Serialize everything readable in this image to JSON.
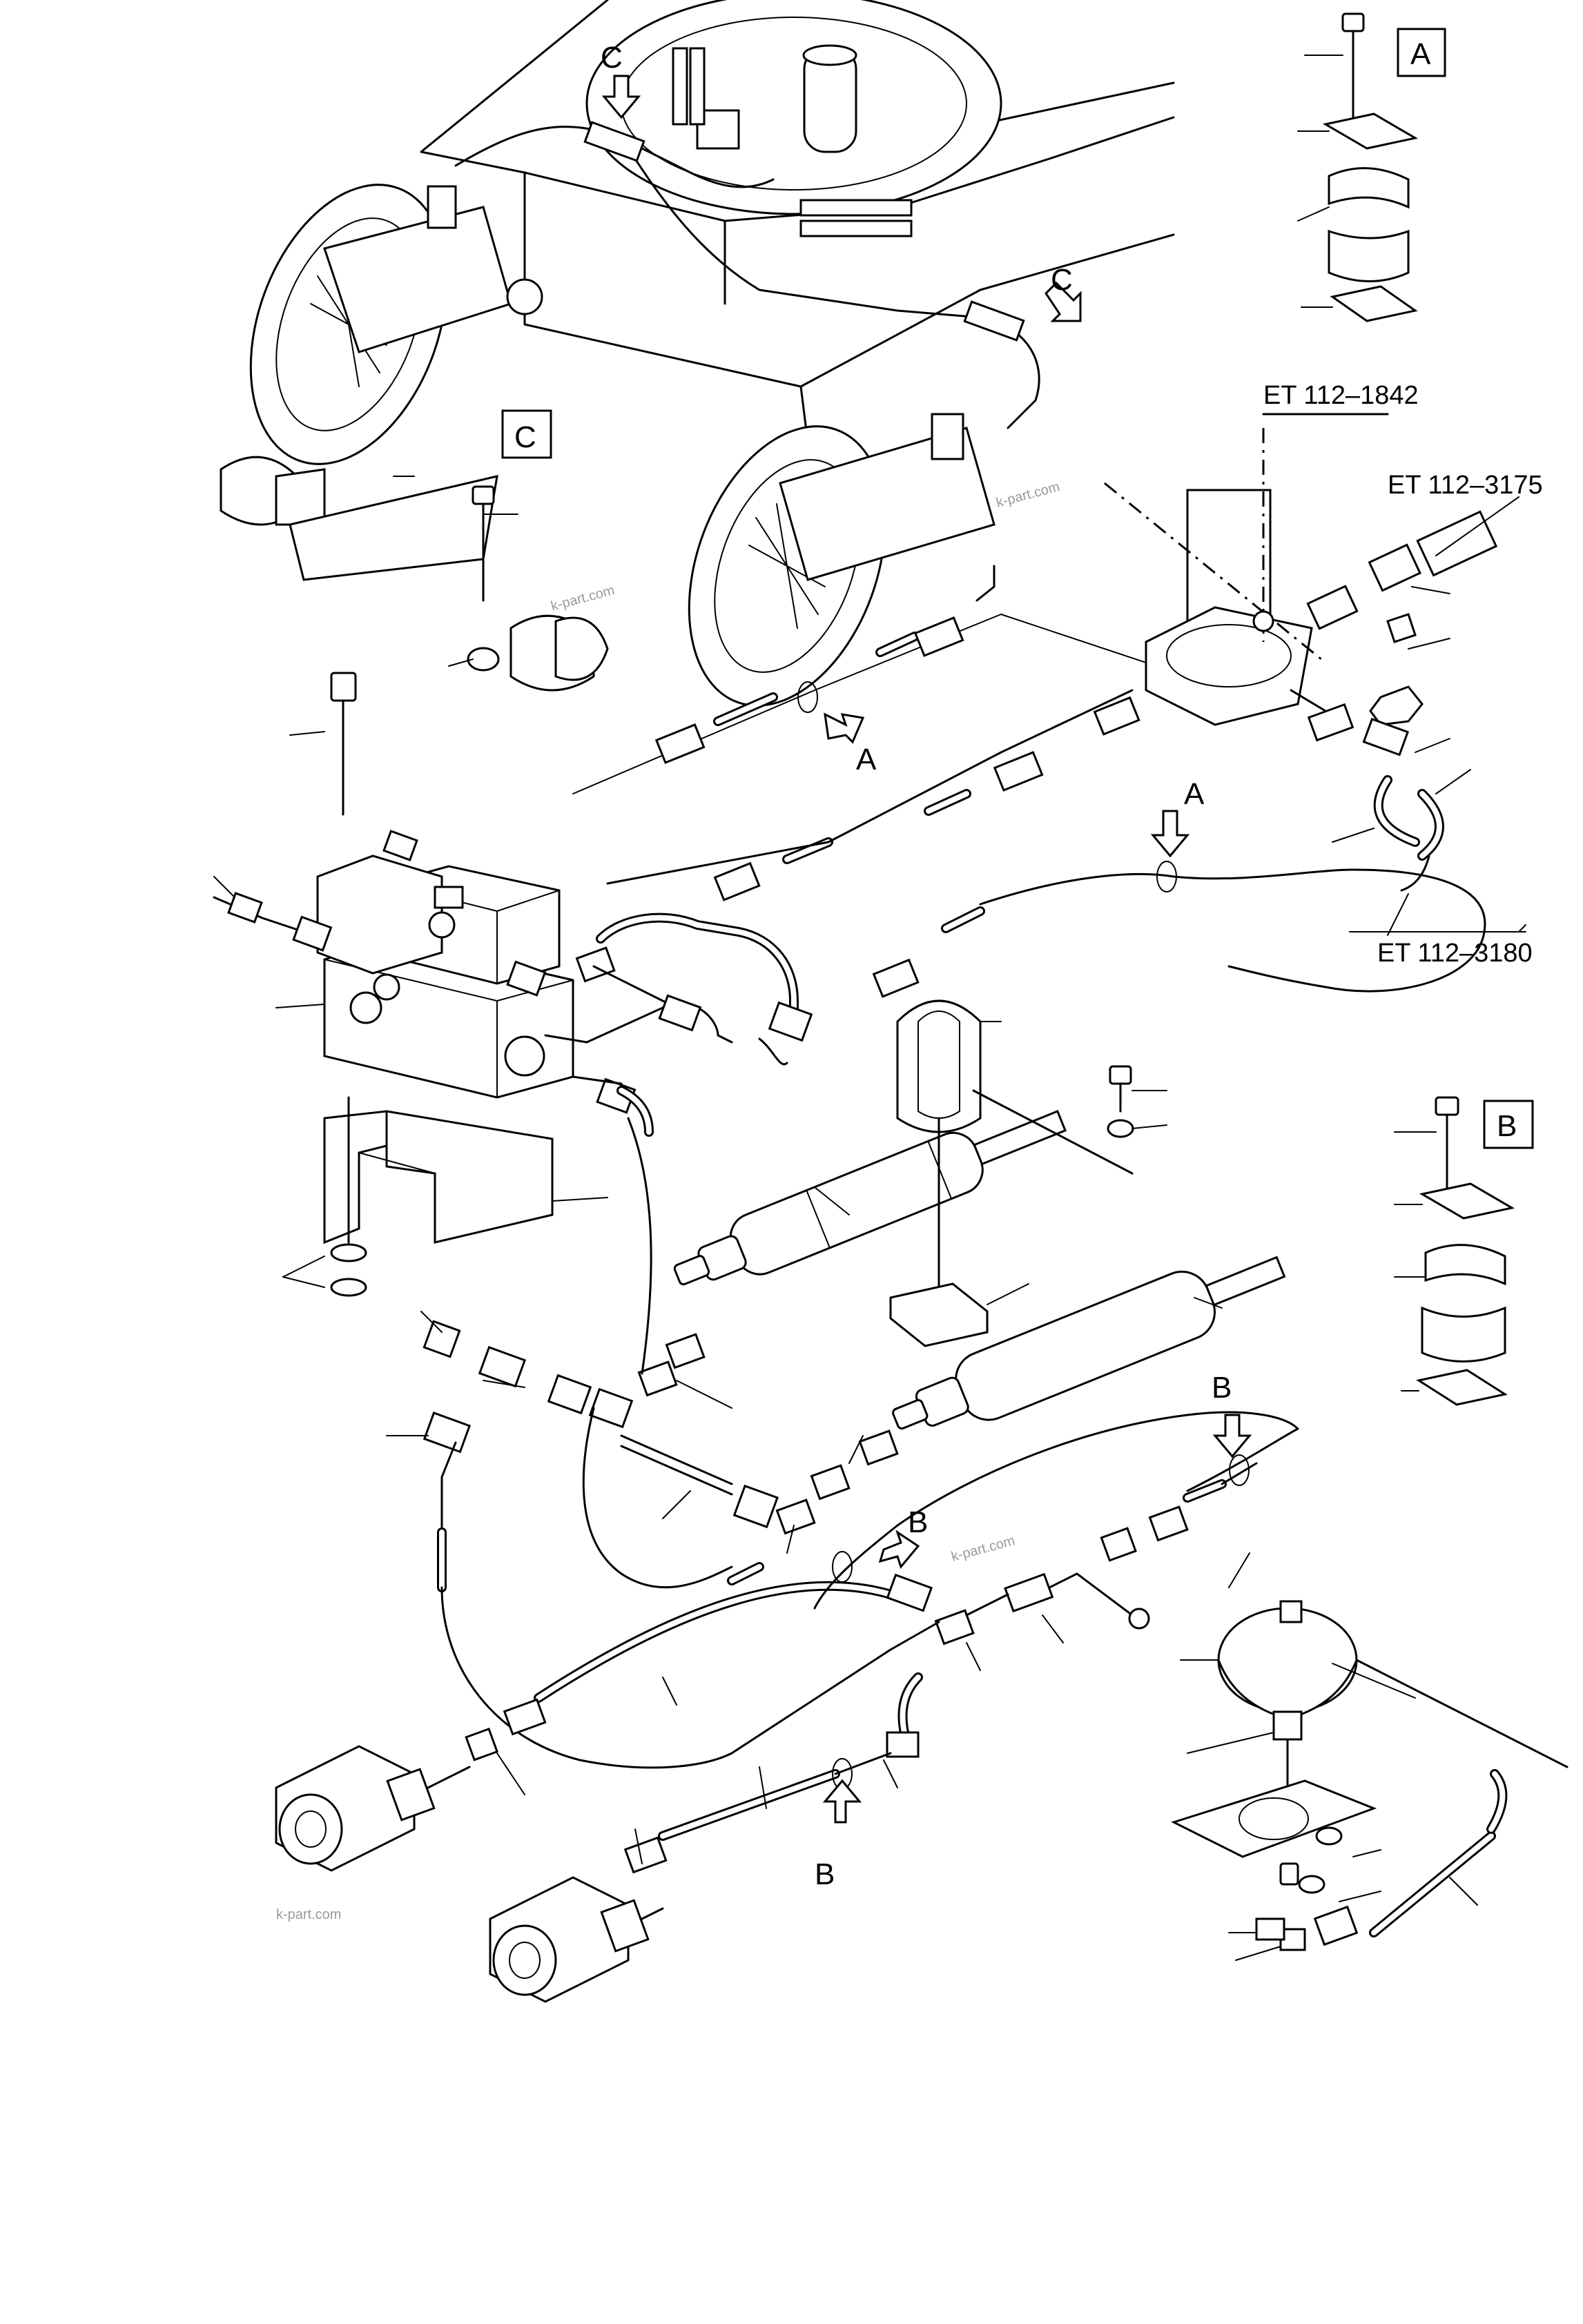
{
  "detail_letters": {
    "A": "A",
    "B": "B",
    "C": "C"
  },
  "part_references": {
    "et_1842": "ET 112–1842",
    "et_3175": "ET 112–3175",
    "et_3180": "ET 112–3180"
  },
  "watermark": "k-part.com"
}
